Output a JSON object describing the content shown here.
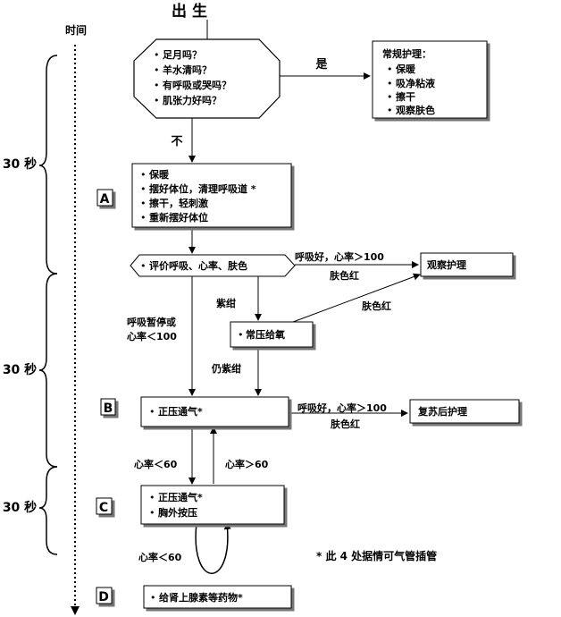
{
  "title": "出 生",
  "timeline": {
    "label": "时间",
    "segments": [
      "30 秒",
      "30 秒",
      "30 秒"
    ]
  },
  "questions": [
    "足月吗？",
    "羊水清吗？",
    "有呼吸或哭吗？",
    "肌张力好吗？"
  ],
  "yes_label": "是",
  "no_label": "不",
  "routine_care": {
    "title": "常规护理：",
    "items": [
      "保暖",
      "吸净粘液",
      "擦干",
      "观察肤色"
    ]
  },
  "steps": {
    "A": {
      "letter": "A",
      "items": [
        "保暖",
        "摆好体位，清理呼吸道 *",
        "擦干，轻刺激",
        "重新摆好体位"
      ]
    },
    "eval": "评价呼吸、心率、肤色",
    "B": {
      "letter": "B",
      "items": [
        "正压通气*"
      ]
    },
    "C": {
      "letter": "C",
      "items": [
        "正压通气*",
        "胸外按压"
      ]
    },
    "D": {
      "letter": "D",
      "items": [
        "给肾上腺素等药物*"
      ]
    }
  },
  "oxygen": "常压给氧",
  "observe_care": "观察护理",
  "post_care": "复苏后护理",
  "labels": {
    "good_hr_top": "呼吸好，心率＞100",
    "pink_skin": "肤色红",
    "cyanosis": "紫绀",
    "pink_skin_oxygen": "肤色红",
    "apnea_line1": "呼吸暂停或",
    "apnea_line2": "心率＜100",
    "still_cyanotic": "仍紫绀",
    "good_hr_bottom": "呼吸好，心率＞100",
    "pink_skin_bottom": "肤色红",
    "hr_lt_60_a": "心率＜60",
    "hr_gt_60": "心率＞60",
    "hr_lt_60_b": "心率＜60"
  },
  "note": "*  此 4 处据情可气管插管"
}
